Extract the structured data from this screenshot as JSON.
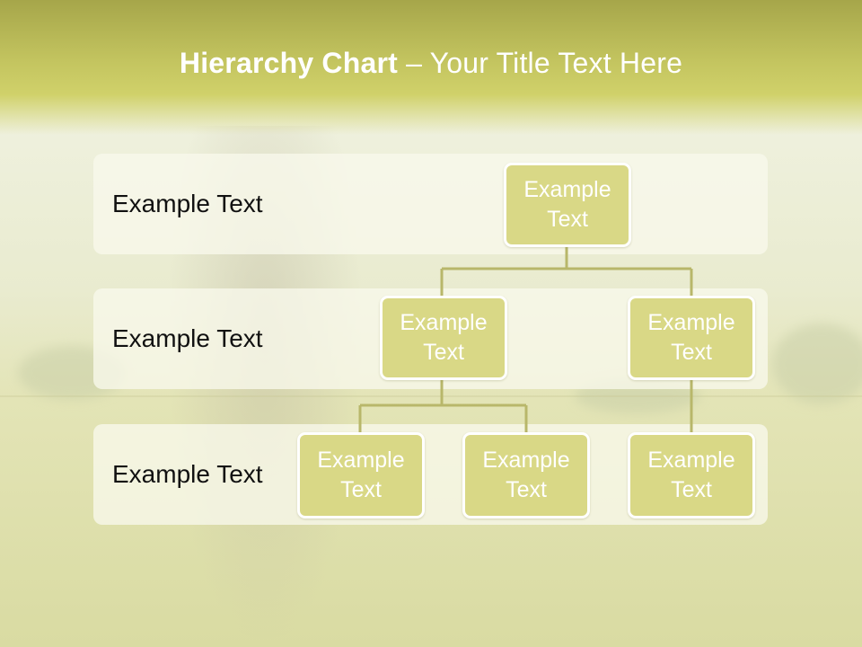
{
  "title": {
    "bold": "Hierarchy Chart",
    "dash": " – ",
    "rest": "Your Title Text Here"
  },
  "rows": [
    {
      "label": "Example Text"
    },
    {
      "label": "Example Text"
    },
    {
      "label": "Example Text"
    }
  ],
  "nodes": [
    {
      "label": "Example Text"
    },
    {
      "label": "Example Text"
    },
    {
      "label": "Example Text"
    },
    {
      "label": "Example Text"
    },
    {
      "label": "Example Text"
    },
    {
      "label": "Example Text"
    }
  ],
  "colors": {
    "header": "#c3c45f",
    "node_fill": "#d9d886",
    "connector": "#b8b76a"
  }
}
